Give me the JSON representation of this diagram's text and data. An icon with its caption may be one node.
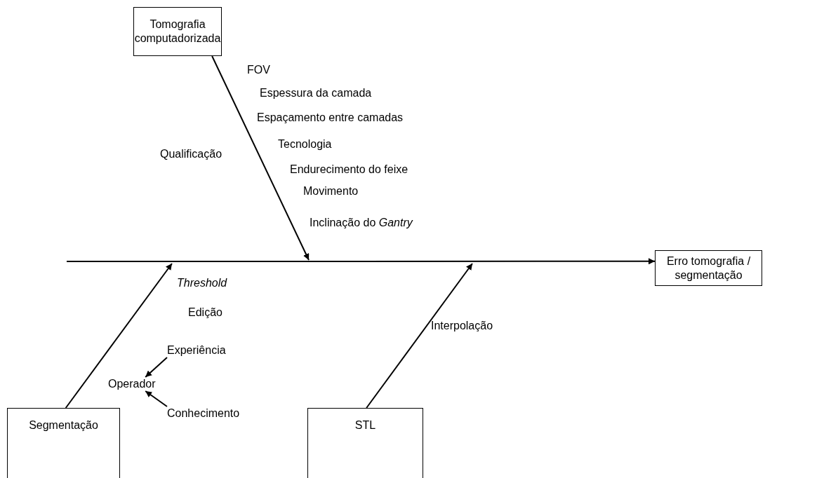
{
  "diagram": {
    "nodes": [
      {
        "text": [
          "Tomografia computadorizada"
        ]
      },
      {
        "text": [
          "Erro tomografia / segmentação"
        ]
      },
      {
        "text": [
          "Experiência"
        ]
      },
      {
        "text": [
          "Operador"
        ]
      },
      {
        "text": [
          "Conhecimento"
        ]
      },
      {
        "text": [
          "Segmentação"
        ]
      },
      {
        "text": [
          "STL"
        ]
      }
    ],
    "edges": [
      {
        "from": null,
        "to": 1,
        "arrow": "to"
      },
      {
        "from": 0,
        "to": null,
        "arrow": "to"
      },
      {
        "from": 5,
        "to": null,
        "arrow": "to"
      },
      {
        "from": 6,
        "to": null,
        "arrow": "to"
      },
      {
        "from": 2,
        "to": 3,
        "arrow": "to"
      },
      {
        "from": 4,
        "to": 3,
        "arrow": "to"
      }
    ],
    "labels": [
      "FOV",
      "Espessura da camada",
      "Espaçamento entre camadas",
      "Qualificação",
      "Tecnologia",
      "Endurecimento do feixe",
      "Movimento",
      "Inclinação do *Gantry*",
      "Threshold",
      "Edição",
      "Interpolação"
    ]
  }
}
